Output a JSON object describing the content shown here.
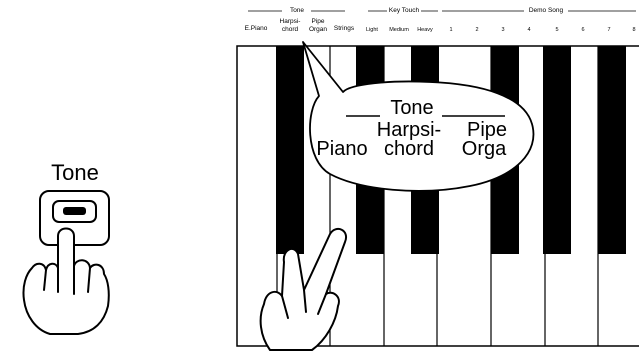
{
  "button_panel": {
    "label": "Tone"
  },
  "panel": {
    "tone_group": {
      "title": "Tone",
      "items": [
        {
          "lines": [
            "E.Piano"
          ]
        },
        {
          "lines": [
            "Harpsi-",
            "chord"
          ]
        },
        {
          "lines": [
            "Pipe",
            "Organ"
          ]
        },
        {
          "lines": [
            "Strings"
          ]
        }
      ]
    },
    "key_touch_group": {
      "title": "Key Touch",
      "items": [
        "Light",
        "Medium",
        "Heavy"
      ]
    },
    "demo_group": {
      "title": "Demo Song",
      "items": [
        "1",
        "2",
        "3",
        "4",
        "5",
        "6",
        "7",
        "8"
      ]
    }
  },
  "callout": {
    "title": "Tone",
    "items": [
      {
        "lines": [
          "Piano"
        ]
      },
      {
        "lines": [
          "Harpsi-",
          "chord"
        ]
      },
      {
        "lines": [
          "Pipe",
          "Orga"
        ]
      }
    ]
  },
  "icons": {
    "hand_pressing_button": "hand-pointing-icon",
    "hand_two_fingers": "hand-two-fingers-icon"
  }
}
